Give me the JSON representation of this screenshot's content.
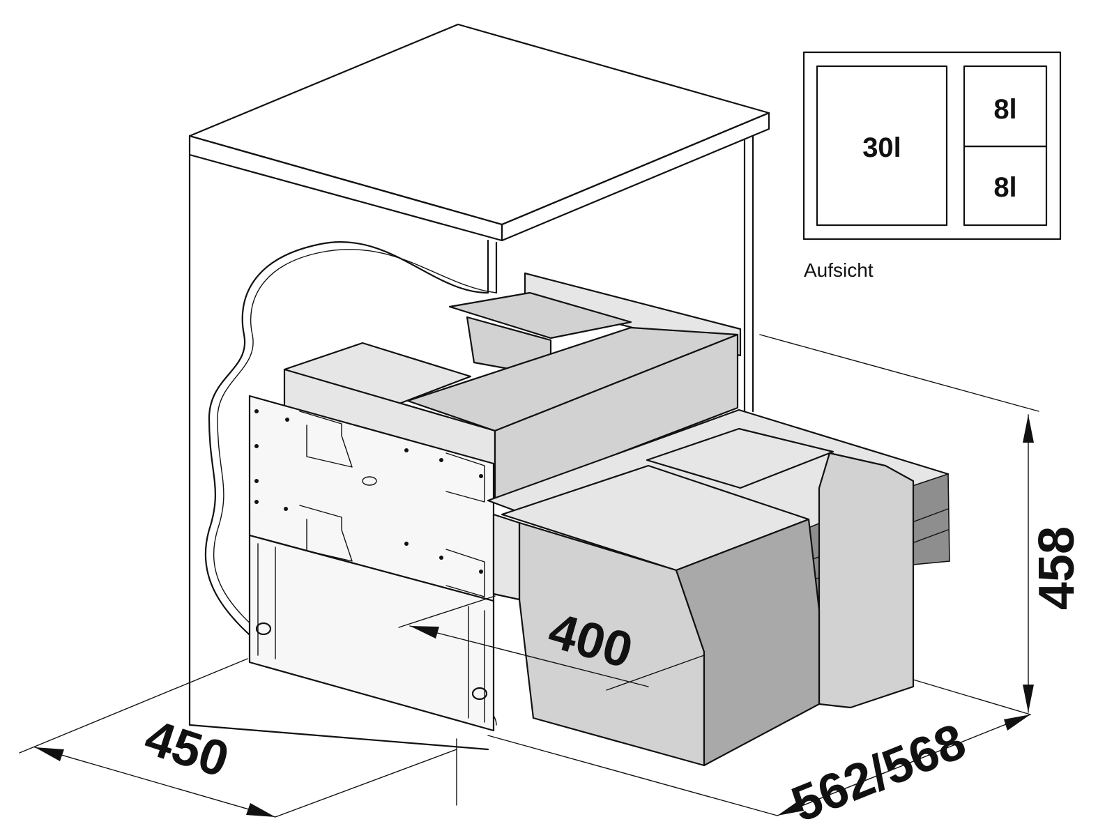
{
  "top_view": {
    "caption": "Aufsicht",
    "compartments": [
      {
        "capacity": "30l"
      },
      {
        "capacity": "8l"
      },
      {
        "capacity": "8l"
      }
    ]
  },
  "dimensions": {
    "depth": "450",
    "inner_width": "400",
    "cabinet_depth": "562/568",
    "height": "458"
  }
}
